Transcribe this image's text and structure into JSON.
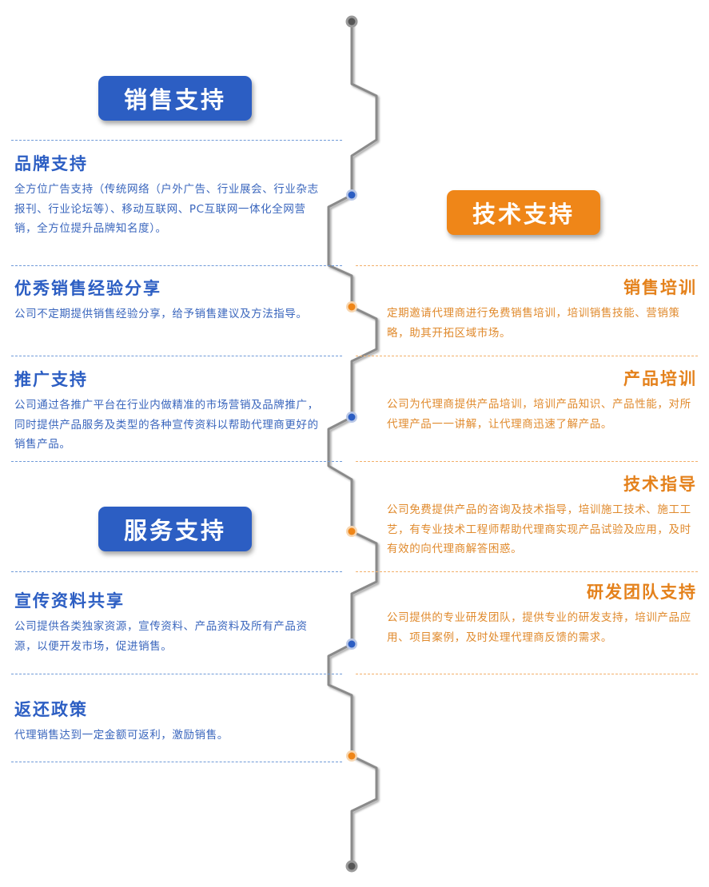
{
  "sections": {
    "sales_support": "销售支持",
    "tech_support": "技术支持",
    "service_support": "服务支持"
  },
  "left_items": [
    {
      "title": "品牌支持",
      "text": "全方位广告支持（传统网络（户外广告、行业展会、行业杂志报刊、行业论坛等）、移动互联网、PC互联网一体化全网营销，全方位提升品牌知名度）。"
    },
    {
      "title": "优秀销售经验分享",
      "text": "公司不定期提供销售经验分享，给予销售建议及方法指导。"
    },
    {
      "title": "推广支持",
      "text": "公司通过各推广平台在行业内做精准的市场营销及品牌推广，同时提供产品服务及类型的各种宣传资料以帮助代理商更好的销售产品。"
    },
    {
      "title": "宣传资料共享",
      "text": "公司提供各类独家资源，宣传资料、产品资料及所有产品资源，以便开发市场，促进销售。"
    },
    {
      "title": "返还政策",
      "text": "代理销售达到一定金额可返利，激励销售。"
    }
  ],
  "right_items": [
    {
      "title": "销售培训",
      "text": "定期邀请代理商进行免费销售培训，培训销售技能、营销策略，助其开拓区域市场。"
    },
    {
      "title": "产品培训",
      "text": "公司为代理商提供产品培训，培训产品知识、产品性能，对所代理产品一一讲解，让代理商迅速了解产品。"
    },
    {
      "title": "技术指导",
      "text": "公司免费提供产品的咨询及技术指导，培训施工技术、施工工艺，有专业技术工程师帮助代理商实现产品试验及应用，及时有效的向代理商解答困惑。"
    },
    {
      "title": "研发团队支持",
      "text": "公司提供的专业研发团队，提供专业的研发支持，培训产品应用、项目案例，及时处理代理商反馈的需求。"
    }
  ],
  "colors": {
    "blue": "#2c5ec3",
    "orange": "#ef8618",
    "line": "#888888"
  },
  "icons": {
    "end_cap": "circle-cap-icon",
    "node": "timeline-dot-icon"
  }
}
